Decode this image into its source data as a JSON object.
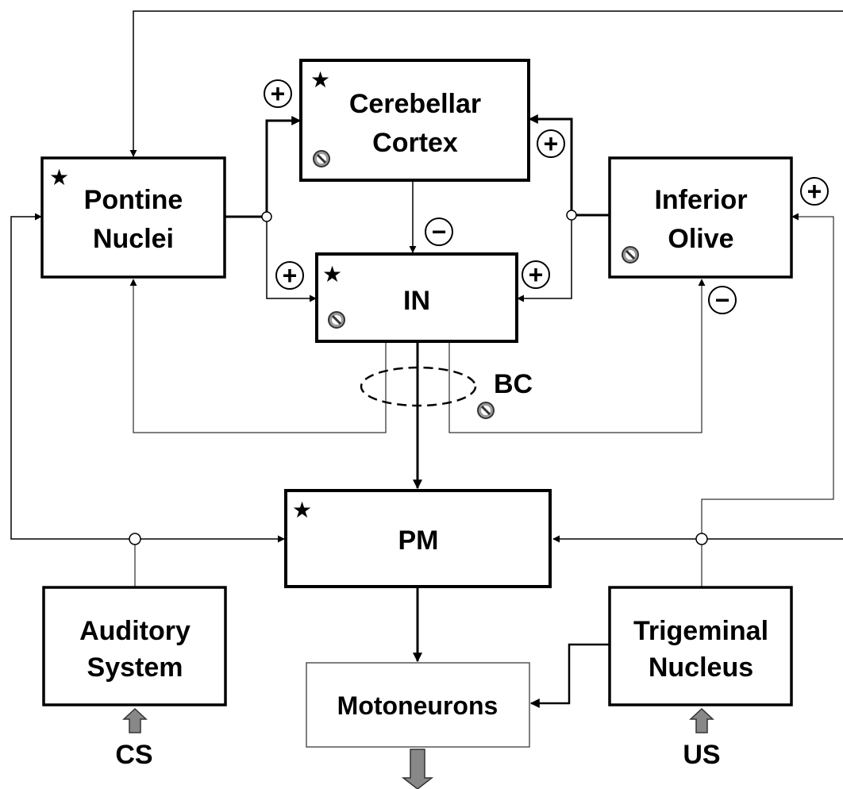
{
  "nodes": {
    "cerebellar_cortex": {
      "line1": "Cerebellar",
      "line2": "Cortex"
    },
    "pontine_nuclei": {
      "line1": "Pontine",
      "line2": "Nuclei"
    },
    "inferior_olive": {
      "line1": "Inferior",
      "line2": "Olive"
    },
    "interpositus": {
      "label": "IN"
    },
    "premotor": {
      "label": "PM"
    },
    "auditory_system": {
      "line1": "Auditory",
      "line2": "System"
    },
    "trigeminal_nucleus": {
      "line1": "Trigeminal",
      "line2": "Nucleus"
    },
    "motoneurons": {
      "label": "Motoneurons"
    }
  },
  "labels": {
    "brachium": "BC",
    "conditioned_stimulus": "CS",
    "unconditioned_stimulus": "US"
  },
  "signs": {
    "plus": "+",
    "minus": "−"
  },
  "symbols": {
    "star": "★",
    "lesion_icon": "circle-slash-icon",
    "colors": {
      "line": "#000000",
      "arrow_fill": "#888888",
      "motoneuron_border": "#555555"
    }
  }
}
